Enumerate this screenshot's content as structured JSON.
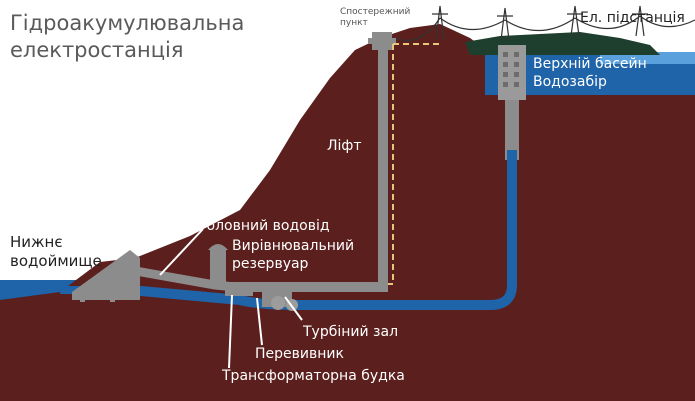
{
  "title": {
    "line1": "Гідроакумулювальна",
    "line2": "електростанція"
  },
  "labels": {
    "observation_point_line1": "Спостережний",
    "observation_point_line2": "пункт",
    "substation": "Ел. підстанція",
    "upper_basin": "Верхній басейн",
    "water_intake": "Водозабір",
    "lift": "Ліфт",
    "main_conduit": "Головний водовід",
    "surge_tank_line1": "Вирівнювальний",
    "surge_tank_line2": "резервуар",
    "lower_reservoir_line1": "Нижнє",
    "lower_reservoir_line2": "водоймище",
    "turbine_hall": "Турбіний зал",
    "inverter": "Перевивник",
    "transformer_booth": "Трансформаторна будка"
  },
  "colors": {
    "ground": "#5b1f1d",
    "water": "#1f63a8",
    "water_light": "#5aa0dc",
    "concrete": "#8c8c8c",
    "forest": "#1f3f2e",
    "tunnel_dash": "#e8c77a"
  }
}
